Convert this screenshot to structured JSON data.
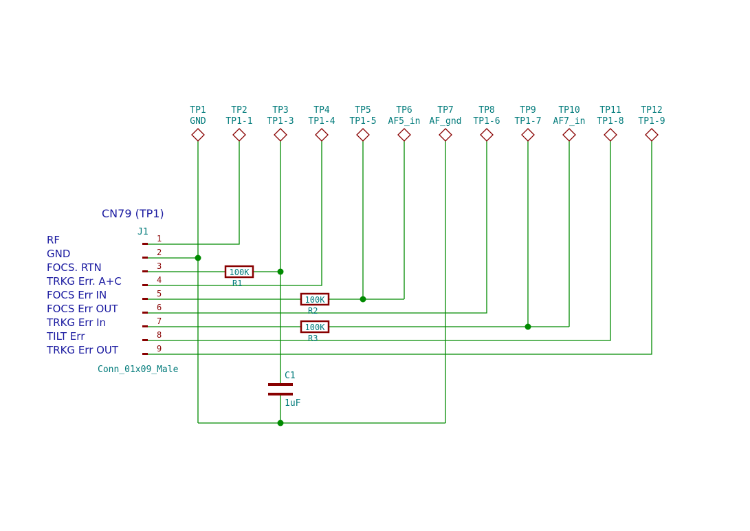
{
  "colors": {
    "wire": "#008a00",
    "component": "#880000",
    "net_label": "#1a1aa0",
    "ref_text": "#007a7a",
    "background": "#ffffff"
  },
  "connector": {
    "title": "CN79 (TP1)",
    "ref": "J1",
    "value": "Conn_01x09_Male",
    "pins": [
      {
        "number": "1",
        "label": "RF"
      },
      {
        "number": "2",
        "label": "GND"
      },
      {
        "number": "3",
        "label": "FOCS. RTN"
      },
      {
        "number": "4",
        "label": "TRKG Err. A+C"
      },
      {
        "number": "5",
        "label": "FOCS Err IN"
      },
      {
        "number": "6",
        "label": "FOCS Err OUT"
      },
      {
        "number": "7",
        "label": "TRKG Err In"
      },
      {
        "number": "8",
        "label": "TILT Err"
      },
      {
        "number": "9",
        "label": "TRKG Err OUT"
      }
    ]
  },
  "test_points": [
    {
      "ref": "TP1",
      "value": "GND"
    },
    {
      "ref": "TP2",
      "value": "TP1-1"
    },
    {
      "ref": "TP3",
      "value": "TP1-3"
    },
    {
      "ref": "TP4",
      "value": "TP1-4"
    },
    {
      "ref": "TP5",
      "value": "TP1-5"
    },
    {
      "ref": "TP6",
      "value": "AF5_in"
    },
    {
      "ref": "TP7",
      "value": "AF_gnd"
    },
    {
      "ref": "TP8",
      "value": "TP1-6"
    },
    {
      "ref": "TP9",
      "value": "TP1-7"
    },
    {
      "ref": "TP10",
      "value": "AF7_in"
    },
    {
      "ref": "TP11",
      "value": "TP1-8"
    },
    {
      "ref": "TP12",
      "value": "TP1-9"
    }
  ],
  "resistors": [
    {
      "ref": "R1",
      "value": "100K"
    },
    {
      "ref": "R2",
      "value": "100K"
    },
    {
      "ref": "R3",
      "value": "100K"
    }
  ],
  "capacitor": {
    "ref": "C1",
    "value": "1uF"
  }
}
